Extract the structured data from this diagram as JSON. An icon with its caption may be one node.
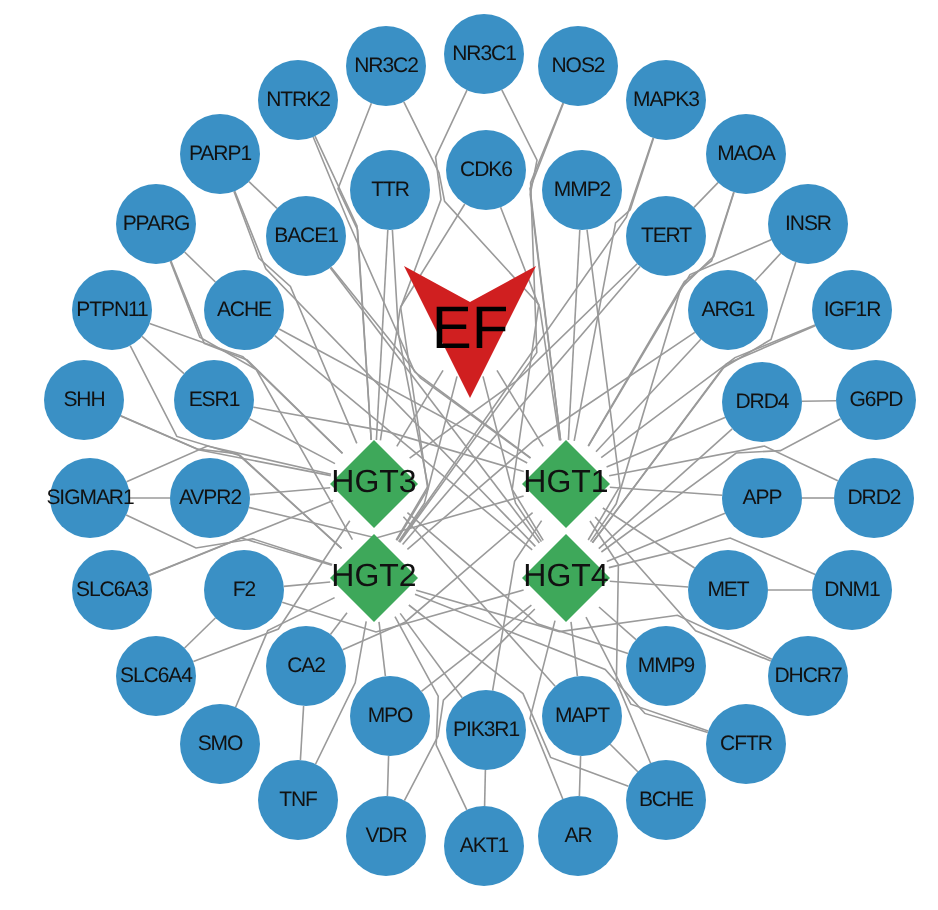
{
  "diagram": {
    "nodes": [
      {
        "text": [
          "NR3C1"
        ]
      },
      {
        "text": [
          "NR3C2"
        ]
      },
      {
        "text": [
          "NOS2"
        ]
      },
      {
        "text": [
          "NTRK2"
        ]
      },
      {
        "text": [
          "MAPK3"
        ]
      },
      {
        "text": [
          "PARP1"
        ]
      },
      {
        "text": [
          "MAOA"
        ]
      },
      {
        "text": [
          "TTR"
        ]
      },
      {
        "text": [
          "CDK6"
        ]
      },
      {
        "text": [
          "MMP2"
        ]
      },
      {
        "text": [
          "PPARG"
        ]
      },
      {
        "text": [
          "BACE1"
        ]
      },
      {
        "text": [
          "TERT"
        ]
      },
      {
        "text": [
          "INSR"
        ]
      },
      {
        "text": [
          "PTPN11"
        ]
      },
      {
        "text": [
          "ACHE"
        ]
      },
      {
        "text": [
          "EF"
        ]
      },
      {
        "text": [
          "ARG1"
        ]
      },
      {
        "text": [
          "IGF1R"
        ]
      },
      {
        "text": [
          "SHH"
        ]
      },
      {
        "text": [
          "ESR1"
        ]
      },
      {
        "text": [
          "DRD4"
        ]
      },
      {
        "text": [
          "G6PD"
        ]
      },
      {
        "text": [
          "HGT3"
        ]
      },
      {
        "text": [
          "HGT1"
        ]
      },
      {
        "text": [
          "SIGMAR1"
        ]
      },
      {
        "text": [
          "AVPR2"
        ]
      },
      {
        "text": [
          "APP"
        ]
      },
      {
        "text": [
          "DRD2"
        ]
      },
      {
        "text": [
          "SLC6A3"
        ]
      },
      {
        "text": [
          "F2"
        ]
      },
      {
        "text": [
          "HGT2"
        ]
      },
      {
        "text": [
          "HGT4"
        ]
      },
      {
        "text": [
          "MET"
        ]
      },
      {
        "text": [
          "DNM1"
        ]
      },
      {
        "text": [
          "SLC6A4"
        ]
      },
      {
        "text": [
          "CA2"
        ]
      },
      {
        "text": [
          "MMP9"
        ]
      },
      {
        "text": [
          "DHCR7"
        ]
      },
      {
        "text": [
          "SMO"
        ]
      },
      {
        "text": [
          "MPO"
        ]
      },
      {
        "text": [
          "PIK3R1"
        ]
      },
      {
        "text": [
          "MAPT"
        ]
      },
      {
        "text": [
          "CFTR"
        ]
      },
      {
        "text": [
          "TNF"
        ]
      },
      {
        "text": [
          "VDR"
        ]
      },
      {
        "text": [
          "AKT1"
        ]
      },
      {
        "text": [
          "AR"
        ]
      },
      {
        "text": [
          "BCHE"
        ]
      }
    ],
    "edges": [
      {
        "from": 16,
        "to": 23,
        "arrow": "none"
      },
      {
        "from": 16,
        "to": 24,
        "arrow": "none"
      },
      {
        "from": 16,
        "to": 31,
        "arrow": "none"
      },
      {
        "from": 16,
        "to": 32,
        "arrow": "none"
      },
      {
        "from": 0,
        "to": 23,
        "arrow": "none"
      },
      {
        "from": 0,
        "to": 24,
        "arrow": "none"
      },
      {
        "from": 1,
        "to": 23,
        "arrow": "none"
      },
      {
        "from": 1,
        "to": 32,
        "arrow": "none"
      },
      {
        "from": 2,
        "to": 24,
        "arrow": "none"
      },
      {
        "from": 2,
        "to": 31,
        "arrow": "none"
      },
      {
        "from": 3,
        "to": 23,
        "arrow": "none"
      },
      {
        "from": 3,
        "to": 24,
        "arrow": "none"
      },
      {
        "from": 4,
        "to": 24,
        "arrow": "none"
      },
      {
        "from": 4,
        "to": 31,
        "arrow": "none"
      },
      {
        "from": 5,
        "to": 23,
        "arrow": "none"
      },
      {
        "from": 5,
        "to": 32,
        "arrow": "none"
      },
      {
        "from": 6,
        "to": 24,
        "arrow": "none"
      },
      {
        "from": 6,
        "to": 32,
        "arrow": "none"
      },
      {
        "from": 7,
        "to": 23,
        "arrow": "none"
      },
      {
        "from": 7,
        "to": 31,
        "arrow": "none"
      },
      {
        "from": 8,
        "to": 24,
        "arrow": "none"
      },
      {
        "from": 8,
        "to": 31,
        "arrow": "none"
      },
      {
        "from": 9,
        "to": 24,
        "arrow": "none"
      },
      {
        "from": 9,
        "to": 32,
        "arrow": "none"
      },
      {
        "from": 10,
        "to": 23,
        "arrow": "none"
      },
      {
        "from": 10,
        "to": 31,
        "arrow": "none"
      },
      {
        "from": 11,
        "to": 24,
        "arrow": "none"
      },
      {
        "from": 11,
        "to": 32,
        "arrow": "none"
      },
      {
        "from": 12,
        "to": 23,
        "arrow": "none"
      },
      {
        "from": 12,
        "to": 31,
        "arrow": "none"
      },
      {
        "from": 13,
        "to": 24,
        "arrow": "none"
      },
      {
        "from": 13,
        "to": 32,
        "arrow": "none"
      },
      {
        "from": 14,
        "to": 23,
        "arrow": "none"
      },
      {
        "from": 14,
        "to": 31,
        "arrow": "none"
      },
      {
        "from": 15,
        "to": 24,
        "arrow": "none"
      },
      {
        "from": 15,
        "to": 32,
        "arrow": "none"
      },
      {
        "from": 17,
        "to": 24,
        "arrow": "none"
      },
      {
        "from": 17,
        "to": 31,
        "arrow": "none"
      },
      {
        "from": 18,
        "to": 24,
        "arrow": "none"
      },
      {
        "from": 18,
        "to": 32,
        "arrow": "none"
      },
      {
        "from": 19,
        "to": 23,
        "arrow": "none"
      },
      {
        "from": 19,
        "to": 31,
        "arrow": "none"
      },
      {
        "from": 20,
        "to": 23,
        "arrow": "none"
      },
      {
        "from": 20,
        "to": 24,
        "arrow": "none"
      },
      {
        "from": 21,
        "to": 24,
        "arrow": "none"
      },
      {
        "from": 21,
        "to": 32,
        "arrow": "none"
      },
      {
        "from": 22,
        "to": 32,
        "arrow": "none"
      },
      {
        "from": 25,
        "to": 23,
        "arrow": "none"
      },
      {
        "from": 25,
        "to": 31,
        "arrow": "none"
      },
      {
        "from": 26,
        "to": 23,
        "arrow": "none"
      },
      {
        "from": 26,
        "to": 24,
        "arrow": "none"
      },
      {
        "from": 27,
        "to": 24,
        "arrow": "none"
      },
      {
        "from": 27,
        "to": 32,
        "arrow": "none"
      },
      {
        "from": 28,
        "to": 24,
        "arrow": "none"
      },
      {
        "from": 29,
        "to": 23,
        "arrow": "none"
      },
      {
        "from": 29,
        "to": 31,
        "arrow": "none"
      },
      {
        "from": 30,
        "to": 31,
        "arrow": "none"
      },
      {
        "from": 30,
        "to": 32,
        "arrow": "none"
      },
      {
        "from": 33,
        "to": 24,
        "arrow": "none"
      },
      {
        "from": 33,
        "to": 32,
        "arrow": "none"
      },
      {
        "from": 34,
        "to": 32,
        "arrow": "none"
      },
      {
        "from": 35,
        "to": 23,
        "arrow": "none"
      },
      {
        "from": 36,
        "to": 31,
        "arrow": "none"
      },
      {
        "from": 36,
        "to": 24,
        "arrow": "none"
      },
      {
        "from": 37,
        "to": 32,
        "arrow": "none"
      },
      {
        "from": 37,
        "to": 23,
        "arrow": "none"
      },
      {
        "from": 38,
        "to": 24,
        "arrow": "none"
      },
      {
        "from": 38,
        "to": 31,
        "arrow": "none"
      },
      {
        "from": 39,
        "to": 31,
        "arrow": "none"
      },
      {
        "from": 40,
        "to": 31,
        "arrow": "none"
      },
      {
        "from": 40,
        "to": 32,
        "arrow": "none"
      },
      {
        "from": 41,
        "to": 31,
        "arrow": "none"
      },
      {
        "from": 41,
        "to": 24,
        "arrow": "none"
      },
      {
        "from": 42,
        "to": 32,
        "arrow": "none"
      },
      {
        "from": 42,
        "to": 23,
        "arrow": "none"
      },
      {
        "from": 43,
        "to": 31,
        "arrow": "none"
      },
      {
        "from": 43,
        "to": 32,
        "arrow": "none"
      },
      {
        "from": 44,
        "to": 31,
        "arrow": "none"
      },
      {
        "from": 45,
        "to": 32,
        "arrow": "none"
      },
      {
        "from": 46,
        "to": 31,
        "arrow": "none"
      },
      {
        "from": 47,
        "to": 32,
        "arrow": "none"
      },
      {
        "from": 48,
        "to": 31,
        "arrow": "none"
      },
      {
        "from": 48,
        "to": 24,
        "arrow": "none"
      },
      {
        "from": 5,
        "to": 11,
        "arrow": "none"
      },
      {
        "from": 10,
        "to": 15,
        "arrow": "none"
      },
      {
        "from": 14,
        "to": 20,
        "arrow": "none"
      },
      {
        "from": 21,
        "to": 22,
        "arrow": "none"
      },
      {
        "from": 27,
        "to": 28,
        "arrow": "none"
      },
      {
        "from": 33,
        "to": 34,
        "arrow": "none"
      },
      {
        "from": 30,
        "to": 35,
        "arrow": "none"
      },
      {
        "from": 36,
        "to": 44,
        "arrow": "none"
      },
      {
        "from": 40,
        "to": 45,
        "arrow": "none"
      },
      {
        "from": 41,
        "to": 46,
        "arrow": "none"
      },
      {
        "from": 42,
        "to": 47,
        "arrow": "none"
      },
      {
        "from": 42,
        "to": 48,
        "arrow": "none"
      },
      {
        "from": 25,
        "to": 26,
        "arrow": "none"
      },
      {
        "from": 13,
        "to": 17,
        "arrow": "none"
      },
      {
        "from": 6,
        "to": 12,
        "arrow": "none"
      }
    ]
  }
}
